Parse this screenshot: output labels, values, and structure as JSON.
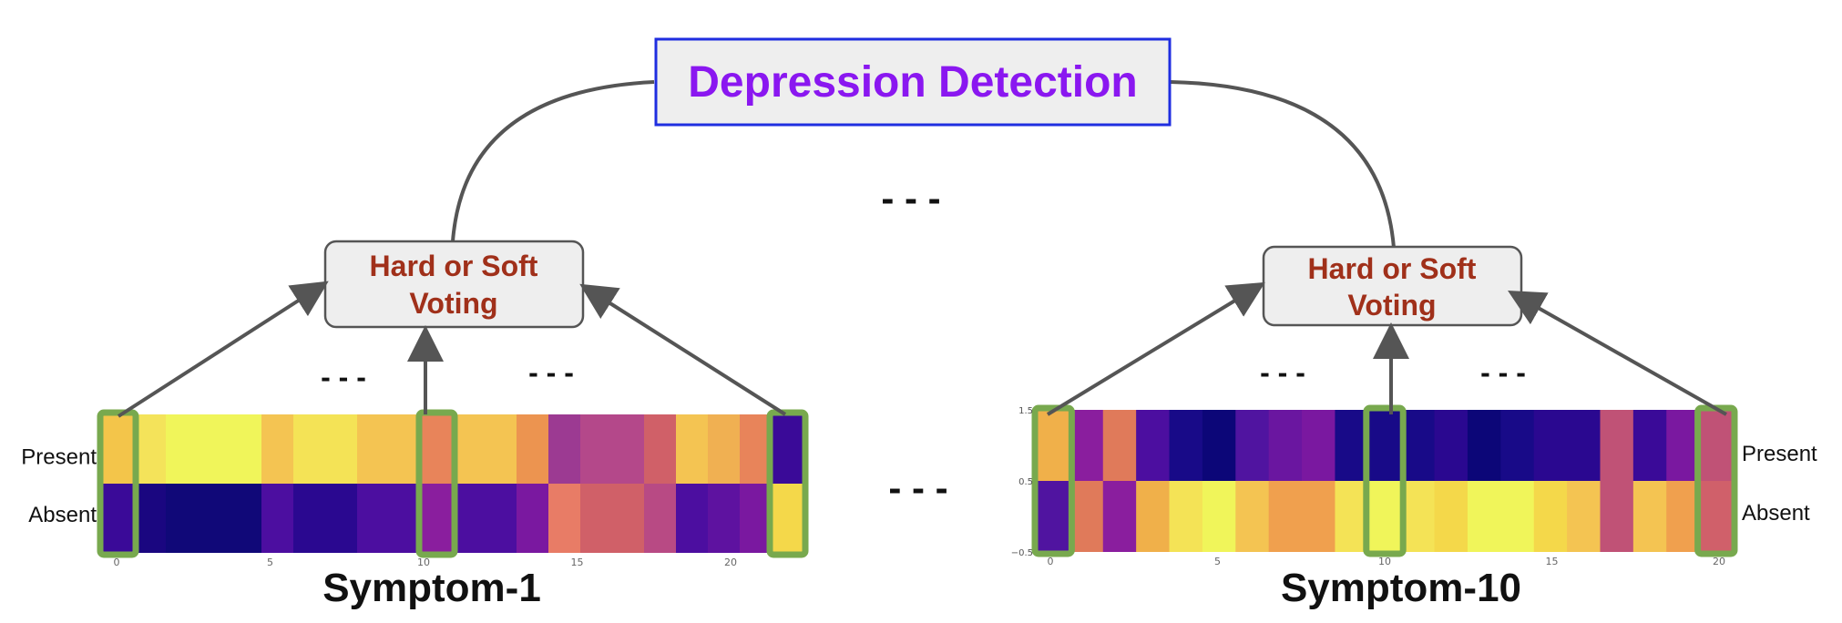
{
  "title": "Depression Detection",
  "voting_label_line1": "Hard or Soft",
  "voting_label_line2": "Voting",
  "ellipsis": "- - -",
  "colors": {
    "title_text": "#8a17f0",
    "title_border": "#1f2ee0",
    "box_fill": "#eeeeee",
    "voting_text": "#a0301a",
    "arrow": "#555555",
    "highlight": "#78a94e"
  },
  "panels": [
    {
      "name": "Symptom-1",
      "row_labels": [
        "Present",
        "Absent"
      ],
      "x_ticks": [
        "0",
        "5",
        "10",
        "15",
        "20"
      ],
      "y_ticks": [],
      "highlighted_columns": [
        0,
        10,
        21
      ],
      "present_row": [
        "#f3c54a",
        "#f4e35a",
        "#f0f55a",
        "#f0f55a",
        "#f0f55a",
        "#f4c452",
        "#f4e356",
        "#f4e356",
        "#f4c452",
        "#f4c452",
        "#e8845a",
        "#f4c452",
        "#f4c452",
        "#ec9450",
        "#9c3a92",
        "#b4488a",
        "#b4488a",
        "#d06068",
        "#f4c452",
        "#f0b052",
        "#e8845a",
        "#3a0a98"
      ],
      "absent_row": [
        "#3a0a98",
        "#1a0680",
        "#100878",
        "#100878",
        "#100878",
        "#4c0ea0",
        "#2a0890",
        "#2a0890",
        "#4c0ea0",
        "#4c0ea0",
        "#8a1e9e",
        "#4c0ea0",
        "#4c0ea0",
        "#7a18a0",
        "#e87c66",
        "#d06068",
        "#d06068",
        "#b84a84",
        "#4c0ea0",
        "#5e12a0",
        "#7a18a0",
        "#f4d84a"
      ]
    },
    {
      "name": "Symptom-10",
      "row_labels": [
        "Present",
        "Absent"
      ],
      "x_ticks": [
        "0",
        "5",
        "10",
        "15",
        "20"
      ],
      "y_ticks": [
        "1.5",
        "0.5",
        "−0.5"
      ],
      "highlighted_columns": [
        0,
        10,
        20
      ],
      "present_row": [
        "#f0b04a",
        "#8a1e9e",
        "#e07a5a",
        "#4c0ea0",
        "#180a88",
        "#0c0678",
        "#5014a0",
        "#6a16a0",
        "#7a18a0",
        "#180a88",
        "#180a88",
        "#180a88",
        "#2a0890",
        "#0c0678",
        "#180a88",
        "#2a0890",
        "#2a0890",
        "#c05276",
        "#3a0a98",
        "#7a18a0",
        "#c05276"
      ],
      "absent_row": [
        "#5014a0",
        "#e07a5a",
        "#8a1e9e",
        "#f0b04a",
        "#f4e356",
        "#f0f55a",
        "#f4c452",
        "#f0a04e",
        "#f0a04e",
        "#f4e356",
        "#f0f55a",
        "#f4e356",
        "#f4d84a",
        "#f0f55a",
        "#f0f55a",
        "#f4d84a",
        "#f4c452",
        "#c05276",
        "#f4c452",
        "#f0a04e",
        "#d0606a"
      ]
    }
  ]
}
